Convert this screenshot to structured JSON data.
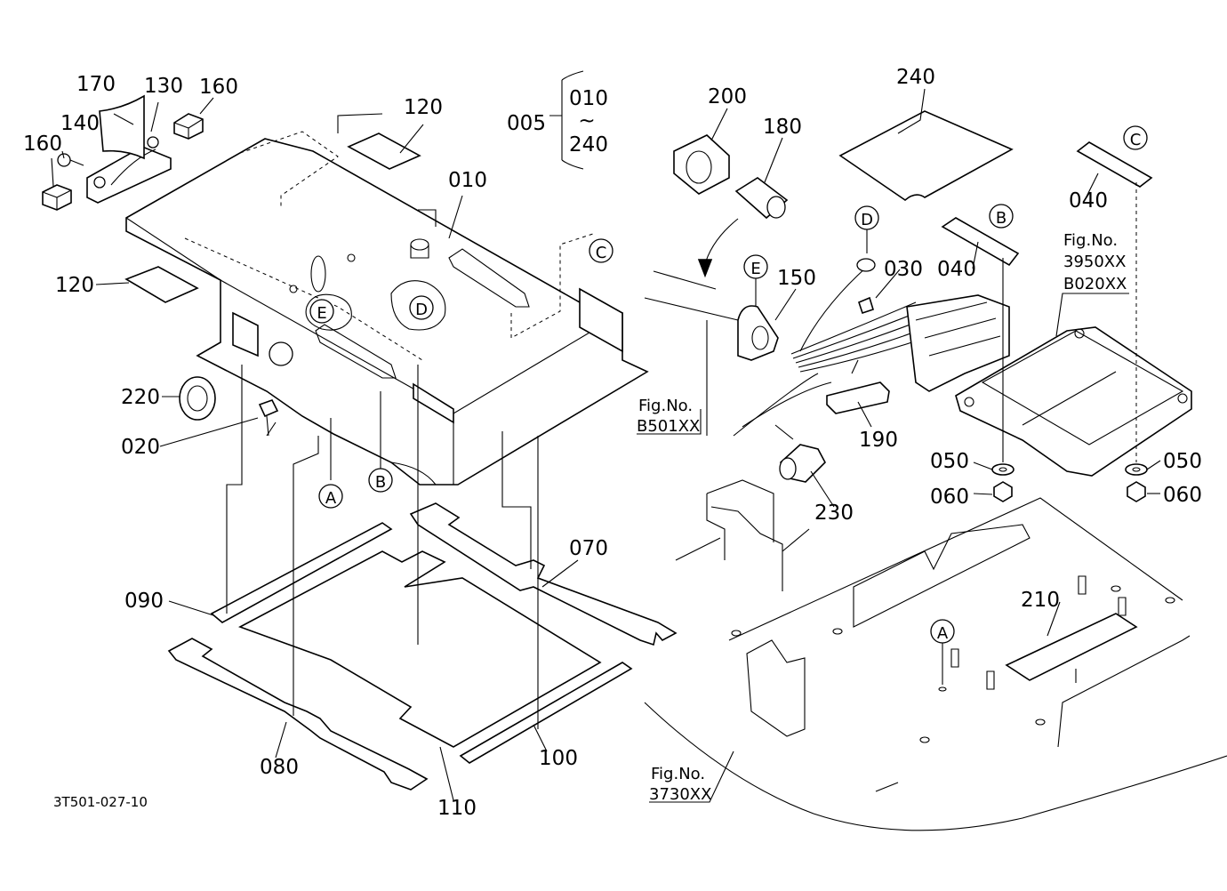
{
  "labels": {
    "p170": "170",
    "p130": "130",
    "p160a": "160",
    "p160b": "160",
    "p140": "140",
    "p120a": "120",
    "p120b": "120",
    "p010": "010",
    "p005": "005",
    "p010r": "010",
    "tilde": "~",
    "p240r": "240",
    "p220": "220",
    "p020": "020",
    "p090": "090",
    "p070": "070",
    "p080": "080",
    "p110": "110",
    "p100": "100",
    "p200": "200",
    "p180": "180",
    "p240": "240",
    "p150": "150",
    "p030": "030",
    "p040a": "040",
    "p040b": "040",
    "p190": "190",
    "p230": "230",
    "p050a": "050",
    "p050b": "050",
    "p060a": "060",
    "p060b": "060",
    "p210": "210"
  },
  "refs": {
    "figB501_1": "Fig.No.",
    "figB501_2": "B501XX",
    "fig3950_1": "Fig.No.",
    "fig3950_2": "3950XX",
    "fig3950_3": "B020XX",
    "fig3730_1": "Fig.No.",
    "fig3730_2": "3730XX"
  },
  "markers": {
    "A1": "A",
    "B1": "B",
    "C1": "C",
    "D1": "D",
    "E1": "E",
    "A2": "A",
    "B2": "B",
    "C2": "C",
    "D2": "D",
    "E2": "E"
  },
  "drawing_code": "3T501-027-10"
}
